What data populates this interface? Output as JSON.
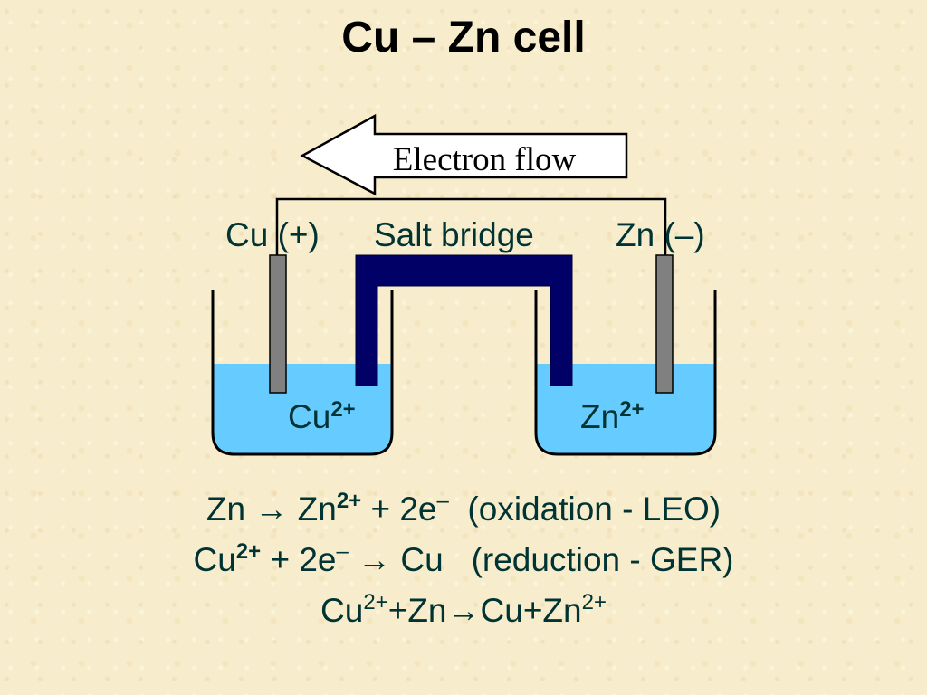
{
  "title": "Cu – Zn cell",
  "diagram": {
    "electron_flow_label": "Electron flow",
    "cathode_label": "Cu (+)",
    "salt_bridge_label": "Salt bridge",
    "anode_label": "Zn (–)",
    "left_ion": {
      "symbol": "Cu",
      "charge": "2+"
    },
    "right_ion": {
      "symbol": "Zn",
      "charge": "2+"
    },
    "colors": {
      "solution": "#66ccff",
      "salt_bridge": "#000066",
      "electrode": "#808080",
      "background": "#f7edcc"
    }
  },
  "equations": {
    "oxidation": {
      "reactant": "Zn",
      "arrow": "→",
      "product": "Zn",
      "product_charge": "2+",
      "tail": " + 2e",
      "electron_charge": "–",
      "note": "  (oxidation - LEO)"
    },
    "reduction": {
      "reactant": "Cu",
      "reactant_charge": "2+",
      "middle": " + 2e",
      "electron_charge": "–",
      "arrow": " → ",
      "product": "Cu",
      "note": "   (reduction - GER)"
    },
    "overall": {
      "r1": "Cu",
      "r1_charge": "2+",
      "plus1": "+",
      "r2": "Zn",
      "arrow": "→",
      "p1": "Cu",
      "plus2": "+",
      "p2": "Zn",
      "p2_charge": "2+"
    }
  }
}
